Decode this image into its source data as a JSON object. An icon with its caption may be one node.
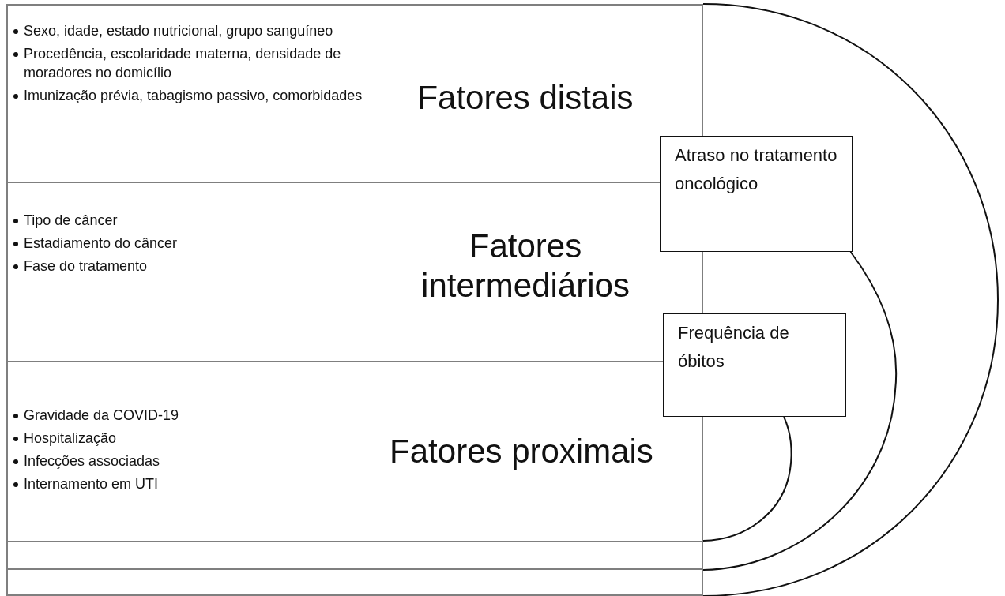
{
  "diagram": {
    "nodes": [
      {
        "text": [
          "Sexo, idade, estado nutricional, grupo sanguíneo",
          "Procedência, escolaridade materna, densidade de moradores no domicílio",
          "Imunização prévia, tabagismo passivo, comorbidades",
          "Fatores distais"
        ]
      },
      {
        "text": [
          "Tipo de câncer",
          "Estadiamento do câncer",
          "Fase do tratamento",
          "Fatores intermediários"
        ]
      },
      {
        "text": [
          "Gravidade da COVID-19",
          "Hospitalização",
          "Infecções associadas",
          "Internamento em UTI",
          "Fatores proximais"
        ]
      },
      {
        "text": [],
        "shape": "box"
      },
      {
        "text": [],
        "shape": "box"
      },
      {
        "text": [
          "Atraso no tratamento oncológico"
        ]
      },
      {
        "text": [
          "Frequência de óbitos"
        ]
      }
    ],
    "edges": [
      {
        "from": 0,
        "to": 4,
        "arrow": "none"
      },
      {
        "from": 5,
        "to": 3,
        "arrow": "none"
      },
      {
        "from": 6,
        "to": 3,
        "arrow": "none"
      }
    ]
  }
}
